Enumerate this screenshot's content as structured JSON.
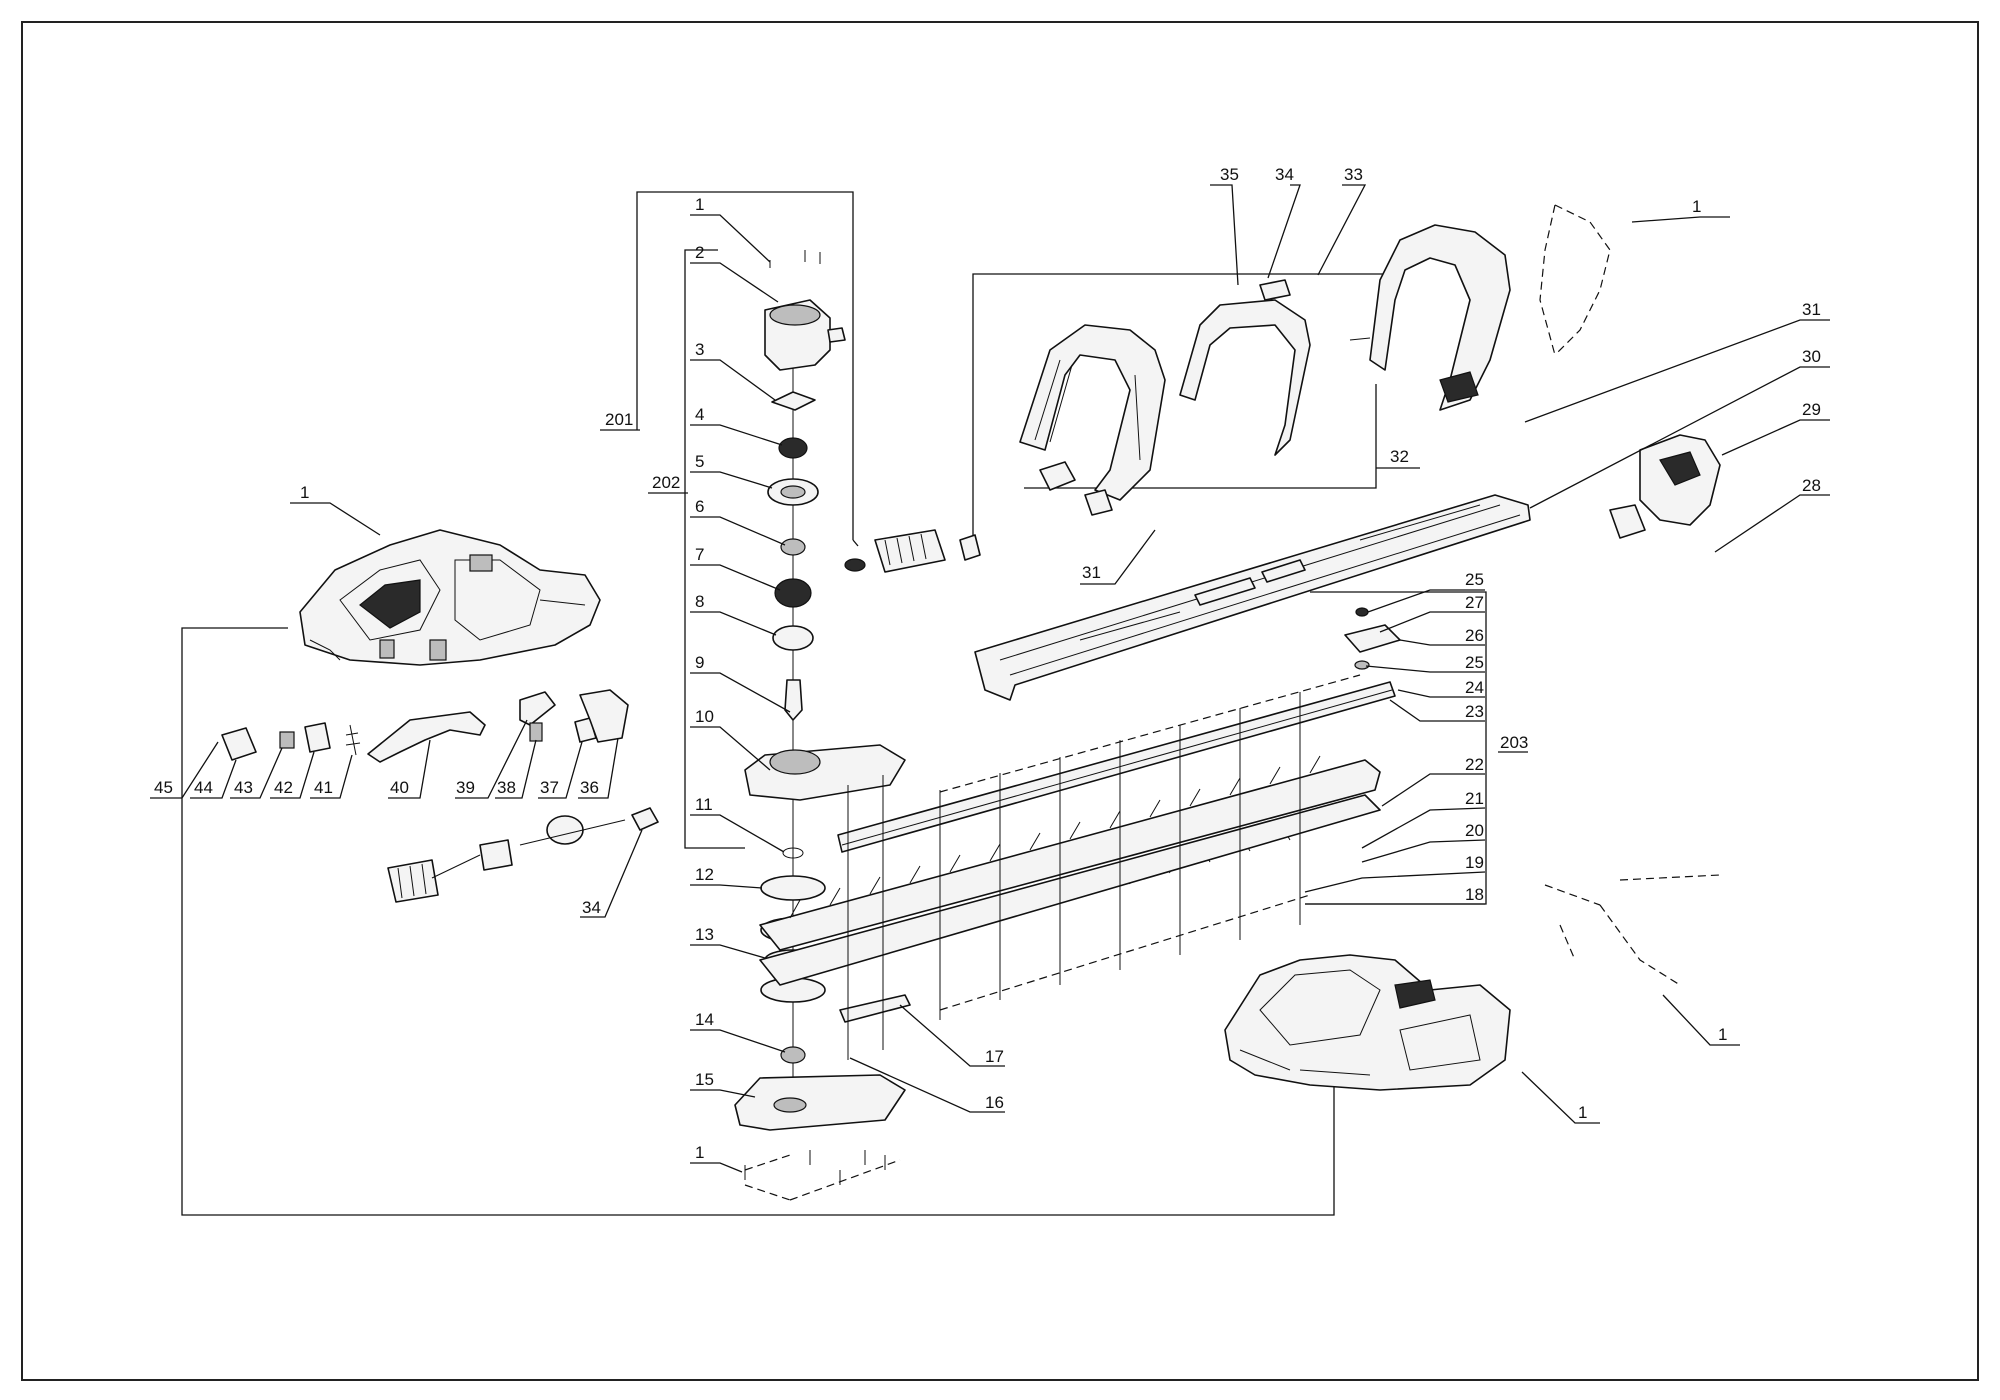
{
  "callouts": [
    {
      "id": "c1a",
      "text": "1"
    },
    {
      "id": "c2",
      "text": "2"
    },
    {
      "id": "c3",
      "text": "3"
    },
    {
      "id": "c4",
      "text": "4"
    },
    {
      "id": "c5",
      "text": "5"
    },
    {
      "id": "c6",
      "text": "6"
    },
    {
      "id": "c7",
      "text": "7"
    },
    {
      "id": "c8",
      "text": "8"
    },
    {
      "id": "c9",
      "text": "9"
    },
    {
      "id": "c10",
      "text": "10"
    },
    {
      "id": "c11",
      "text": "11"
    },
    {
      "id": "c12",
      "text": "12"
    },
    {
      "id": "c13",
      "text": "13"
    },
    {
      "id": "c14",
      "text": "14"
    },
    {
      "id": "c15",
      "text": "15"
    },
    {
      "id": "c1b",
      "text": "1"
    },
    {
      "id": "c16",
      "text": "16"
    },
    {
      "id": "c17",
      "text": "17"
    },
    {
      "id": "c18",
      "text": "18"
    },
    {
      "id": "c19",
      "text": "19"
    },
    {
      "id": "c20",
      "text": "20"
    },
    {
      "id": "c21",
      "text": "21"
    },
    {
      "id": "c22",
      "text": "22"
    },
    {
      "id": "c23",
      "text": "23"
    },
    {
      "id": "c24",
      "text": "24"
    },
    {
      "id": "c25a",
      "text": "25"
    },
    {
      "id": "c26",
      "text": "26"
    },
    {
      "id": "c25b",
      "text": "25"
    },
    {
      "id": "c27",
      "text": "27"
    },
    {
      "id": "c203",
      "text": "203"
    },
    {
      "id": "c28",
      "text": "28"
    },
    {
      "id": "c29",
      "text": "29"
    },
    {
      "id": "c30",
      "text": "30"
    },
    {
      "id": "c31a",
      "text": "31"
    },
    {
      "id": "c31b",
      "text": "31"
    },
    {
      "id": "c32",
      "text": "32"
    },
    {
      "id": "c33",
      "text": "33"
    },
    {
      "id": "c34a",
      "text": "34"
    },
    {
      "id": "c35",
      "text": "35"
    },
    {
      "id": "c1c",
      "text": "1"
    },
    {
      "id": "c1d",
      "text": "1"
    },
    {
      "id": "c1e",
      "text": "1"
    },
    {
      "id": "c201",
      "text": "201"
    },
    {
      "id": "c202",
      "text": "202"
    },
    {
      "id": "c1f",
      "text": "1"
    },
    {
      "id": "c45",
      "text": "45"
    },
    {
      "id": "c44",
      "text": "44"
    },
    {
      "id": "c43",
      "text": "43"
    },
    {
      "id": "c42",
      "text": "42"
    },
    {
      "id": "c41",
      "text": "41"
    },
    {
      "id": "c40",
      "text": "40"
    },
    {
      "id": "c39",
      "text": "39"
    },
    {
      "id": "c38",
      "text": "38"
    },
    {
      "id": "c37",
      "text": "37"
    },
    {
      "id": "c36",
      "text": "36"
    },
    {
      "id": "c34b",
      "text": "34"
    }
  ]
}
